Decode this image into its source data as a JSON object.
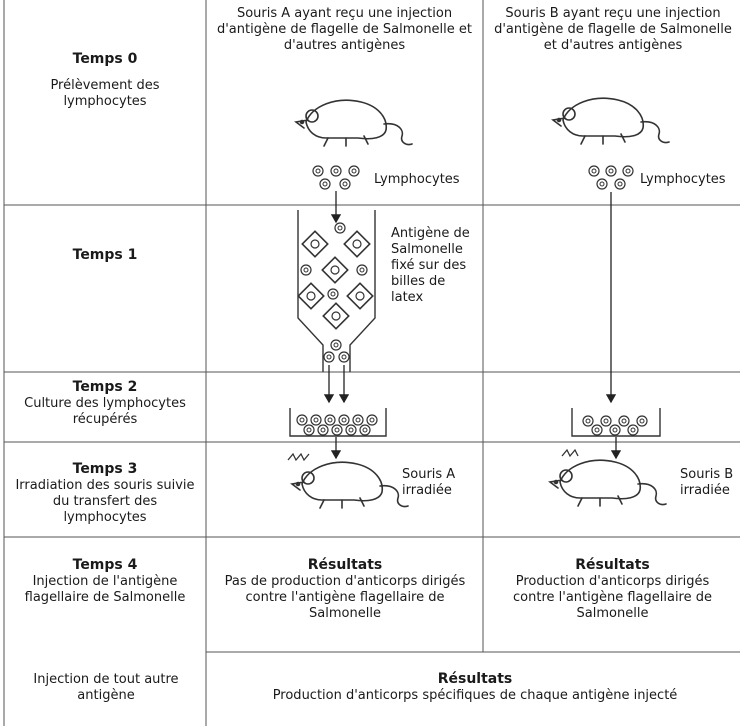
{
  "headers": {
    "mouse_a": "Souris A ayant reçu une injection d'antigène de flagelle de Salmonelle et d'autres antigènes",
    "mouse_b": "Souris B ayant reçu une injection d'antigène de flagelle de Salmonelle et d'autres antigènes"
  },
  "steps": [
    {
      "title": "Temps 0",
      "desc": "Prélèvement des lymphocytes"
    },
    {
      "title": "Temps 1",
      "desc": ""
    },
    {
      "title": "Temps 2",
      "desc": "Culture des lymphocytes récupérés"
    },
    {
      "title": "Temps 3",
      "desc": "Irradiation des souris suivie du transfert des lymphocytes"
    },
    {
      "title": "Temps 4",
      "desc": "Injection de l'antigène flagellaire de Salmonelle"
    }
  ],
  "labels": {
    "lymphocytes_a": "Lymphocytes",
    "lymphocytes_b": "Lymphocytes",
    "column_note": "Antigène de Salmonelle fixé sur des billes de latex",
    "irradiated_a": "Souris A irradiée",
    "irradiated_b": "Souris B irradiée"
  },
  "results": {
    "heading_a": "Résultats",
    "text_a": "Pas de production d'anticorps dirigés contre l'antigène flagellaire de Salmonelle",
    "heading_b": "Résultats",
    "text_b": "Production d'anticorps dirigés contre l'antigène flagellaire de Salmonelle",
    "other_antigen": "Injection de tout autre antigène",
    "heading_all": "Résultats",
    "text_all": "Production d'anticorps spécifiques de chaque antigène injecté"
  }
}
